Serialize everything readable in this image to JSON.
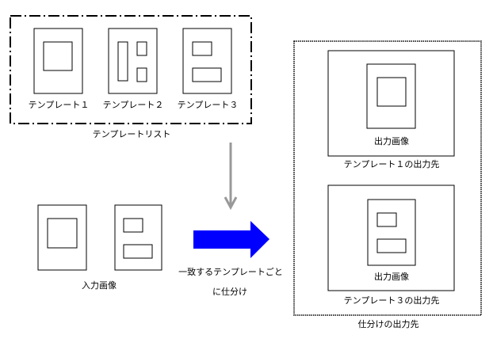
{
  "template_list": {
    "caption": "テンプレートリスト",
    "templates": [
      {
        "label": "テンプレート１"
      },
      {
        "label": "テンプレート２"
      },
      {
        "label": "テンプレート３"
      }
    ]
  },
  "input": {
    "caption": "入力画像"
  },
  "process": {
    "label_line1": "一致するテンプレートごと",
    "label_line2": "に仕分け",
    "arrow_color": "#0000ff",
    "down_arrow_color": "#999999"
  },
  "output": {
    "caption": "仕分けの出力先",
    "destinations": [
      {
        "inner_label": "出力画像",
        "label": "テンプレート１の出力先"
      },
      {
        "inner_label": "出力画像",
        "label": "テンプレート３の出力先"
      }
    ]
  }
}
